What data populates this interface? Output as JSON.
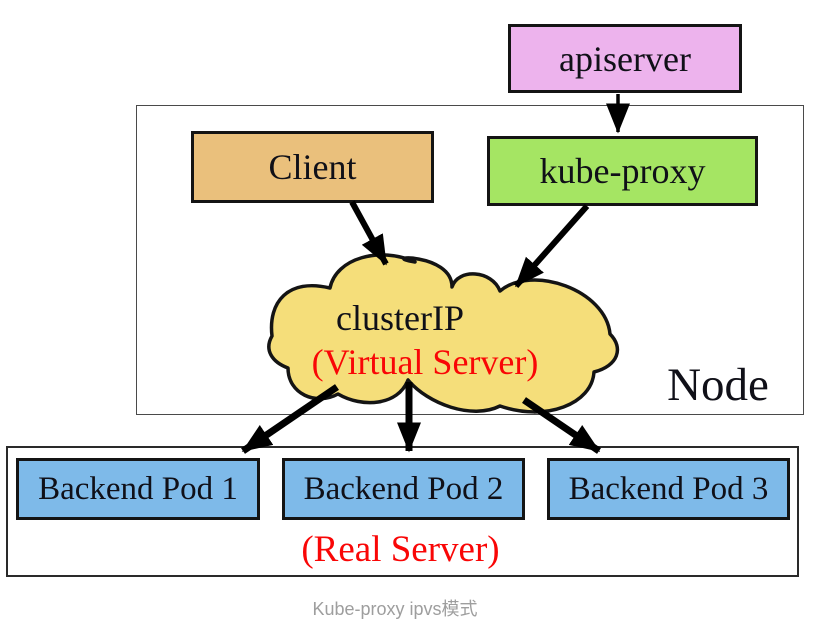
{
  "caption": "Kube-proxy ipvs模式",
  "nodes": {
    "apiserver": "apiserver",
    "client": "Client",
    "kube_proxy": "kube-proxy",
    "cluster_ip_title": "clusterIP",
    "cluster_ip_subtitle": "(Virtual Server)",
    "node_label": "Node",
    "pod1": "Backend Pod 1",
    "pod2": "Backend Pod 2",
    "pod3": "Backend Pod 3",
    "real_server": "(Real Server)"
  },
  "edges": [
    {
      "from": "apiserver",
      "to": "kube-proxy"
    },
    {
      "from": "Client",
      "to": "clusterIP (Virtual Server)"
    },
    {
      "from": "kube-proxy",
      "to": "clusterIP (Virtual Server)"
    },
    {
      "from": "clusterIP (Virtual Server)",
      "to": "Backend Pod 1"
    },
    {
      "from": "clusterIP (Virtual Server)",
      "to": "Backend Pod 2"
    },
    {
      "from": "clusterIP (Virtual Server)",
      "to": "Backend Pod 3"
    }
  ],
  "colors": {
    "apiserver_fill": "#edb3ed",
    "client_fill": "#eac07c",
    "kube_proxy_fill": "#a5e563",
    "cloud_fill": "#f5de7a",
    "pod_fill": "#7ebae9",
    "red_text": "#f90606",
    "arrow": "#000000",
    "caption_gray": "#9e9e9e"
  }
}
